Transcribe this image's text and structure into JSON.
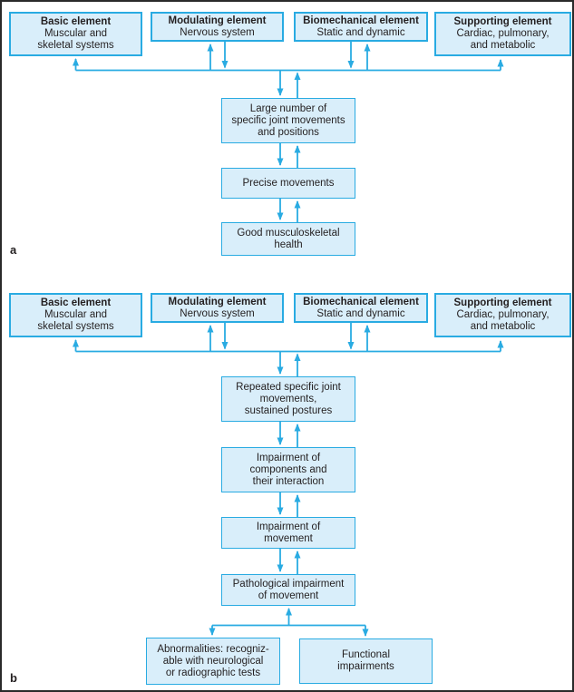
{
  "figure": {
    "accent_color": "#29abe2",
    "box_fill_color": "#d9eefa",
    "text_color": "#231f20"
  },
  "panel_a": {
    "label": "a",
    "top_boxes": [
      {
        "title": "Basic element",
        "subtitle": "Muscular and\nskeletal systems"
      },
      {
        "title": "Modulating element",
        "subtitle": "Nervous system"
      },
      {
        "title": "Biomechanical element",
        "subtitle": "Static and dynamic"
      },
      {
        "title": "Supporting element",
        "subtitle": "Cardiac, pulmonary,\nand metabolic"
      }
    ],
    "flow_boxes": [
      {
        "text": "Large number of\nspecific joint movements\nand positions"
      },
      {
        "text": "Precise movements"
      },
      {
        "text": "Good musculoskeletal\nhealth"
      }
    ]
  },
  "panel_b": {
    "label": "b",
    "top_boxes": [
      {
        "title": "Basic element",
        "subtitle": "Muscular and\nskeletal systems"
      },
      {
        "title": "Modulating element",
        "subtitle": "Nervous system"
      },
      {
        "title": "Biomechanical element",
        "subtitle": "Static and dynamic"
      },
      {
        "title": "Supporting element",
        "subtitle": "Cardiac, pulmonary,\nand metabolic"
      }
    ],
    "flow_boxes": [
      {
        "text": "Repeated specific joint\nmovements,\nsustained postures"
      },
      {
        "text": "Impairment of\ncomponents and\ntheir interaction"
      },
      {
        "text": "Impairment of\nmovement"
      },
      {
        "text": "Pathological impairment\nof movement"
      }
    ],
    "outcome_boxes": [
      {
        "text": "Abnormalities: recogniz-\nable with neurological\nor radiographic tests"
      },
      {
        "text": "Functional\nimpairments"
      }
    ]
  }
}
